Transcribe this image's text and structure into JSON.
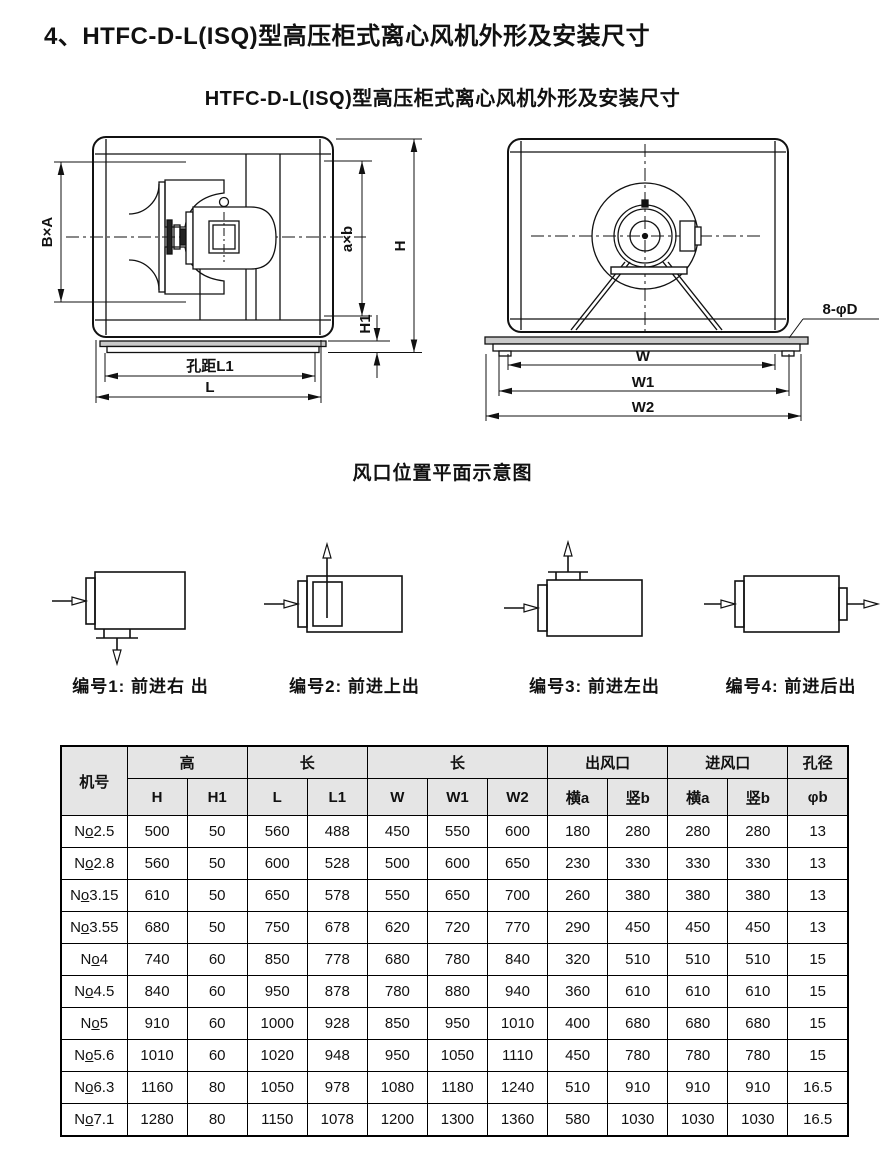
{
  "page": {
    "title": "4、HTFC-D-L(ISQ)型高压柜式离心风机外形及安装尺寸",
    "subtitle": "HTFC-D-L(ISQ)型高压柜式离心风机外形及安装尺寸",
    "section_title": "风口位置平面示意图"
  },
  "side_view": {
    "dim_bxa": "B×A",
    "dim_axb": "a×b",
    "dim_h": "H",
    "dim_h1": "H1",
    "dim_l1": "孔距L1",
    "dim_l": "L"
  },
  "front_view": {
    "dim_w": "W",
    "dim_w1": "W1",
    "dim_w2": "W2",
    "dim_holes": "8-φD"
  },
  "outlet_diagrams": [
    {
      "caption": "编号1: 前进右 出"
    },
    {
      "caption": "编号2: 前进上出"
    },
    {
      "caption": "编号3: 前进左出"
    },
    {
      "caption": "编号4: 前进后出"
    }
  ],
  "table": {
    "header": {
      "machine": "机号",
      "height_group": "高",
      "length_group": "长",
      "width_group": "长",
      "outlet_group": "出风口",
      "inlet_group": "进风口",
      "hole_group": "孔径",
      "sub": [
        "H",
        "H1",
        "L",
        "L1",
        "W",
        "W1",
        "W2",
        "横a",
        "竖b",
        "横a",
        "竖b",
        "φb"
      ]
    },
    "rows": [
      [
        "No2.5",
        "500",
        "50",
        "560",
        "488",
        "450",
        "550",
        "600",
        "180",
        "280",
        "280",
        "280",
        "13"
      ],
      [
        "No2.8",
        "560",
        "50",
        "600",
        "528",
        "500",
        "600",
        "650",
        "230",
        "330",
        "330",
        "330",
        "13"
      ],
      [
        "No3.15",
        "610",
        "50",
        "650",
        "578",
        "550",
        "650",
        "700",
        "260",
        "380",
        "380",
        "380",
        "13"
      ],
      [
        "No3.55",
        "680",
        "50",
        "750",
        "678",
        "620",
        "720",
        "770",
        "290",
        "450",
        "450",
        "450",
        "13"
      ],
      [
        "No4",
        "740",
        "60",
        "850",
        "778",
        "680",
        "780",
        "840",
        "320",
        "510",
        "510",
        "510",
        "15"
      ],
      [
        "No4.5",
        "840",
        "60",
        "950",
        "878",
        "780",
        "880",
        "940",
        "360",
        "610",
        "610",
        "610",
        "15"
      ],
      [
        "No5",
        "910",
        "60",
        "1000",
        "928",
        "850",
        "950",
        "1010",
        "400",
        "680",
        "680",
        "680",
        "15"
      ],
      [
        "No5.6",
        "1010",
        "60",
        "1020",
        "948",
        "950",
        "1050",
        "1110",
        "450",
        "780",
        "780",
        "780",
        "15"
      ],
      [
        "No6.3",
        "1160",
        "80",
        "1050",
        "978",
        "1080",
        "1180",
        "1240",
        "510",
        "910",
        "910",
        "910",
        "16.5"
      ],
      [
        "No7.1",
        "1280",
        "80",
        "1150",
        "1078",
        "1200",
        "1300",
        "1360",
        "580",
        "1030",
        "1030",
        "1030",
        "16.5"
      ]
    ]
  },
  "colors": {
    "line": "#111111",
    "header_bg": "#e5e5e5",
    "base_fill": "#c9c9c9"
  }
}
